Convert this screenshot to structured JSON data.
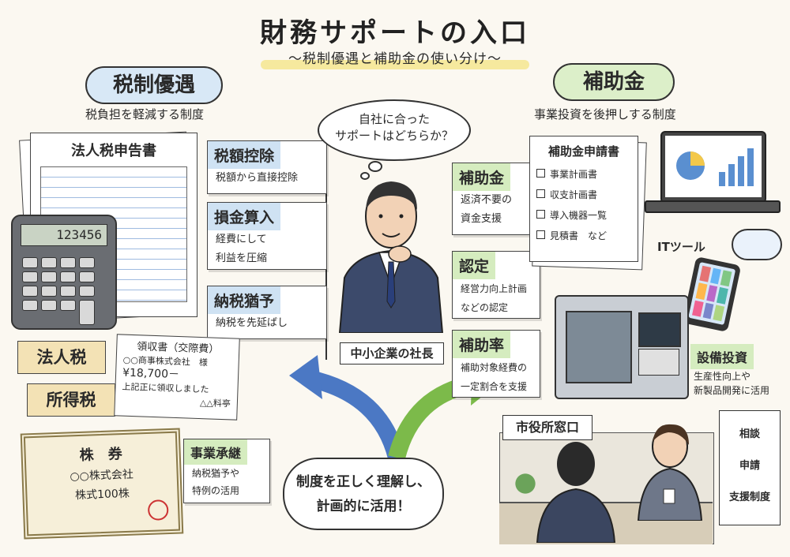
{
  "title": "財務サポートの入口",
  "subtitle": "～税制優遇と補助金の使い分け～",
  "left": {
    "heading": "税制優遇",
    "desc": "税負担を軽減する制度",
    "form_title": "法人税申告書",
    "calc_display": "123456",
    "cards": [
      {
        "title": "税額控除",
        "body": "税額から直接控除"
      },
      {
        "title": "損金算入",
        "body1": "経費にして",
        "body2": "利益を圧縮"
      },
      {
        "title": "納税猶予",
        "body": "納税を先延ばし"
      }
    ],
    "tags": [
      "法人税",
      "所得税"
    ],
    "receipt": {
      "title": "領収書（交際費）",
      "payee": "○○商事株式会社　様",
      "amount": "¥18,700－",
      "note": "上記正に領収しました",
      "issuer": "△△料亭"
    },
    "stock": {
      "title": "株　券",
      "company": "○○株式会社",
      "shares": "株式100株"
    },
    "succession": {
      "title": "事業承継",
      "body1": "納税猶予や",
      "body2": "特例の活用"
    }
  },
  "center": {
    "thought1": "自社に合った",
    "thought2": "サポートはどちらか？",
    "label": "中小企業の社長",
    "bottom1": "制度を正しく理解し、",
    "bottom2": "計画的に活用！"
  },
  "right": {
    "heading": "補助金",
    "desc": "事業投資を後押しする制度",
    "cards": [
      {
        "title": "補助金",
        "body1": "返済不要の",
        "body2": "資金支援"
      },
      {
        "title": "認定",
        "body1": "経営力向上計画",
        "body2": "などの認定"
      },
      {
        "title": "補助率",
        "body1": "補助対象経費の",
        "body2": "一定割合を支援"
      }
    ],
    "app": {
      "title": "補助金申請書",
      "items": [
        "事業計画書",
        "収支計画書",
        "導入機器一覧",
        "見積書　など"
      ]
    },
    "it_tool": "ITツール",
    "equipment": {
      "title": "設備投資",
      "body1": "生産性向上や",
      "body2": "新製品開発に活用"
    },
    "office": "市役所窓口",
    "counter_sign": [
      "相談",
      "申請",
      "支援制度"
    ]
  },
  "colors": {
    "blue": "#cfe2f3",
    "green": "#d5ecbf",
    "yellow": "#f3e27a",
    "arrow_blue": "#4b78c4",
    "arrow_green": "#7cba4a"
  }
}
